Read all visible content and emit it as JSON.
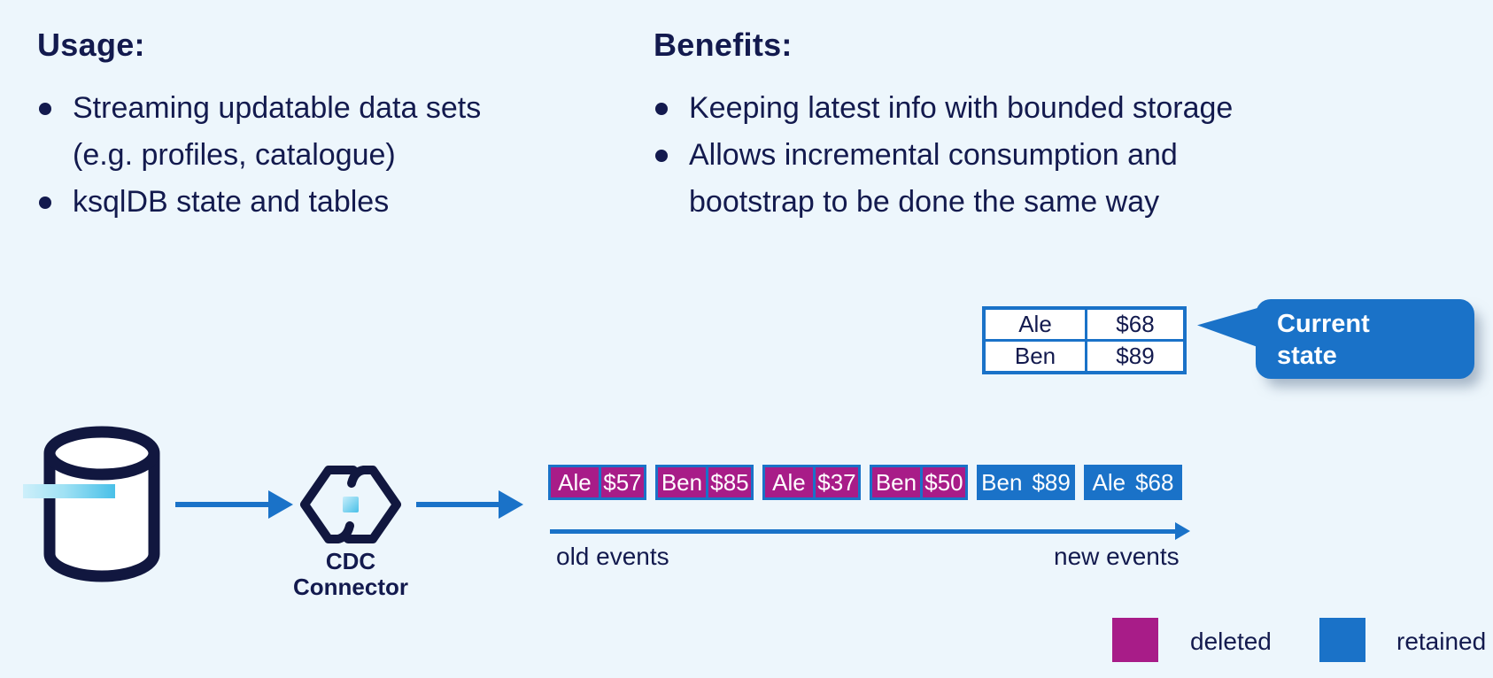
{
  "colors": {
    "background": "#edf6fc",
    "navy_text": "#131a4e",
    "accent_blue": "#1a72c8",
    "deleted_magenta": "#a81c88",
    "cyan_record": "#49c0e8"
  },
  "usage": {
    "heading": "Usage:",
    "items": [
      {
        "lines": [
          "Streaming updatable data sets",
          "(e.g. profiles, catalogue)"
        ]
      },
      {
        "lines": [
          "ksqlDB state and tables"
        ]
      }
    ]
  },
  "benefits": {
    "heading": "Benefits:",
    "items": [
      {
        "lines": [
          "Keeping latest info with bounded storage"
        ]
      },
      {
        "lines": [
          "Allows incremental consumption and",
          "bootstrap to be done the same way"
        ]
      }
    ]
  },
  "state_table": {
    "rows": [
      {
        "name": "Ale",
        "value": "$68"
      },
      {
        "name": "Ben",
        "value": "$89"
      }
    ]
  },
  "callout": {
    "lines": [
      "Current",
      "state"
    ]
  },
  "connector": {
    "label_lines": [
      "CDC",
      "Connector"
    ]
  },
  "icons": {
    "database": "database-cylinder",
    "connector": "cdc-connector-hexagon",
    "callout_pointer": "speech-bubble-pointer"
  },
  "events": [
    {
      "name": "Ale",
      "value": "$57",
      "status": "deleted"
    },
    {
      "name": "Ben",
      "value": "$85",
      "status": "deleted"
    },
    {
      "name": "Ale",
      "value": "$37",
      "status": "deleted"
    },
    {
      "name": "Ben",
      "value": "$50",
      "status": "deleted"
    },
    {
      "name": "Ben",
      "value": "$89",
      "status": "retained"
    },
    {
      "name": "Ale",
      "value": "$68",
      "status": "retained"
    }
  ],
  "timeline": {
    "old_label": "old events",
    "new_label": "new events"
  },
  "legend": [
    {
      "label": "deleted",
      "color": "#a81c88"
    },
    {
      "label": "retained",
      "color": "#1a72c8"
    }
  ]
}
